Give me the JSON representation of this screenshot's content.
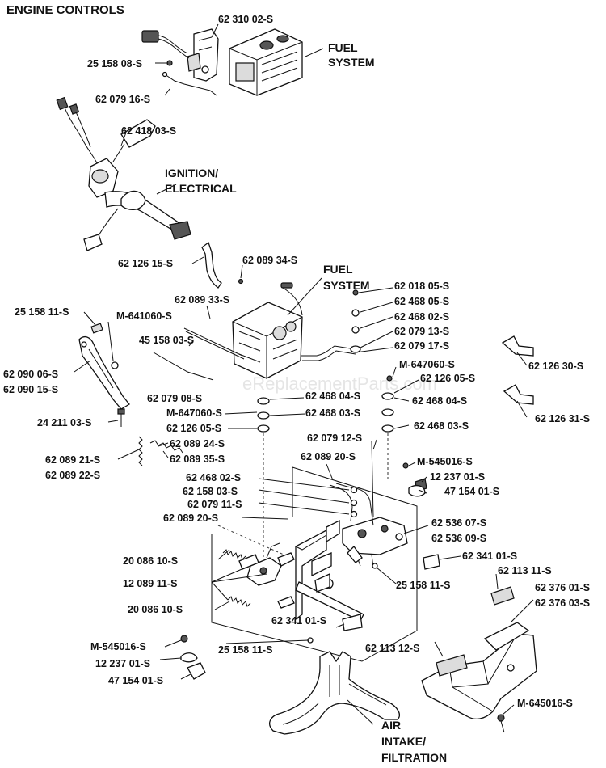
{
  "title": "ENGINE CONTROLS",
  "watermark": "eReplacementParts.com",
  "sections": {
    "fuel_system_top": [
      "FUEL",
      "SYSTEM"
    ],
    "ignition": [
      "IGNITION/",
      "ELECTRICAL"
    ],
    "fuel_system_mid": [
      "FUEL",
      "SYSTEM"
    ],
    "air_intake": [
      "AIR",
      "INTAKE/",
      "FILTRATION"
    ]
  },
  "labels": {
    "l01": "62 310 02-S",
    "l02": "25 158 08-S",
    "l03": "62 079 16-S",
    "l04": "62 418 03-S",
    "l05": "62 126 15-S",
    "l06": "62 089 34-S",
    "l07": "62 089 33-S",
    "l08": "25 158 11-S",
    "l09": "M-641060-S",
    "l10": "45 158 03-S",
    "l11": "62 018 05-S",
    "l12": "62 468 05-S",
    "l13": "62 468 02-S",
    "l14": "62 079 13-S",
    "l15": "62 079 17-S",
    "l16": "M-647060-S",
    "l17": "62 126 05-S",
    "l18": "62 126 30-S",
    "l19": "62 090 06-S",
    "l20": "62 090 15-S",
    "l21": "62 079 08-S",
    "l22": "M-647060-S",
    "l23": "62 126 05-S",
    "l24": "62 468 04-S",
    "l25": "62 468 03-S",
    "l26": "62 468 04-S",
    "l27": "62 126 31-S",
    "l28": "62 468 03-S",
    "l29": "24 211 03-S",
    "l30": "62 089 24-S",
    "l31": "62 089 35-S",
    "l32": "62 079 12-S",
    "l33": "62 089 21-S",
    "l34": "62 089 22-S",
    "l35": "62 089 20-S",
    "l36": "M-545016-S",
    "l37": "12 237 01-S",
    "l38": "47 154 01-S",
    "l39": "62 468 02-S",
    "l40": "62 158 03-S",
    "l41": "62 079 11-S",
    "l42": "62 089 20-S",
    "l43": "62 536 07-S",
    "l44": "62 536 09-S",
    "l45": "62 341 01-S",
    "l46": "20 086 10-S",
    "l47": "62 113 11-S",
    "l48": "62 376 01-S",
    "l49": "62 376 03-S",
    "l50": "12 089 11-S",
    "l51": "25 158 11-S",
    "l52": "20 086 10-S",
    "l53": "62 341 01-S",
    "l54": "M-545016-S",
    "l55": "25 158 11-S",
    "l56": "62 113 12-S",
    "l57": "12 237 01-S",
    "l58": "47 154 01-S",
    "l59": "M-645016-S"
  }
}
